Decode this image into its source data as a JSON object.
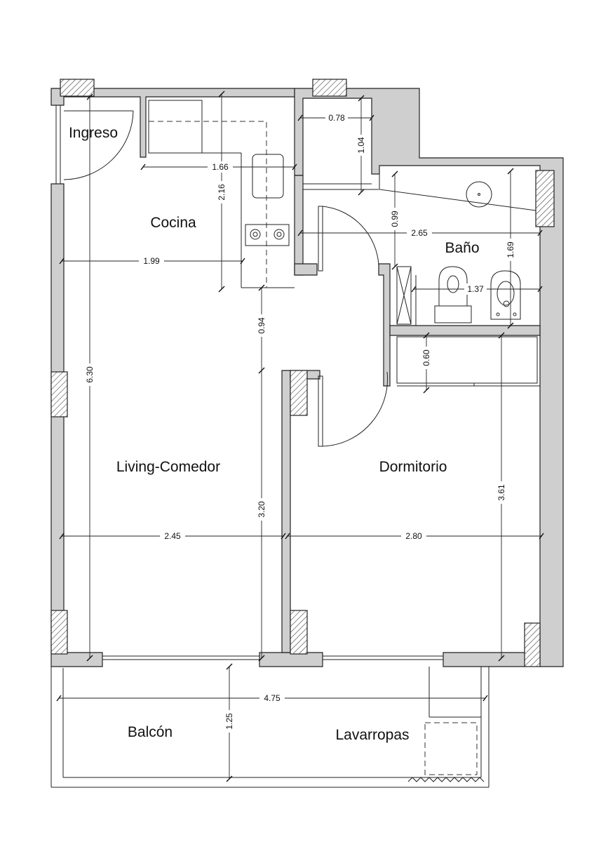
{
  "rooms": {
    "ingreso": "Ingreso",
    "cocina": "Cocina",
    "bano": "Baño",
    "living": "Living-Comedor",
    "dormitorio": "Dormitorio",
    "balcon": "Balcón",
    "lavarropas": "Lavarropas"
  },
  "dimensions": {
    "d078": "0.78",
    "d104": "1.04",
    "d166": "1.66",
    "d216": "2.16",
    "d099": "0.99",
    "d265": "2.65",
    "d169": "1.69",
    "d199": "1.99",
    "d137": "1.37",
    "d094": "0.94",
    "d060": "0.60",
    "d630": "6.30",
    "d320": "3.20",
    "d361": "3.61",
    "d245": "2.45",
    "d280": "2.80",
    "d475": "4.75",
    "d125": "1.25"
  }
}
